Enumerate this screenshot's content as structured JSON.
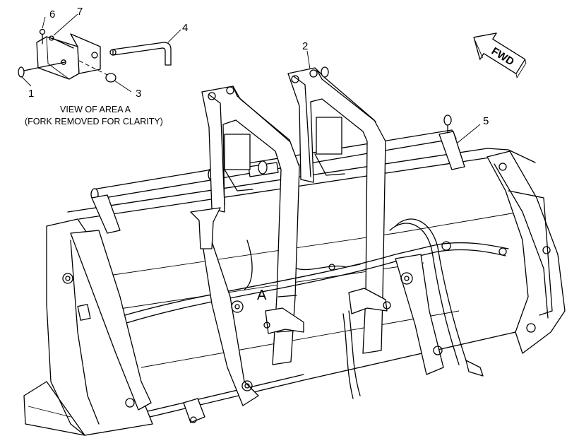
{
  "callouts": {
    "c1": "1",
    "c2": "2",
    "c3": "3",
    "c4": "4",
    "c5": "5",
    "c6": "6",
    "c7": "7"
  },
  "area_label": "A",
  "caption": {
    "line1": "VIEW OF AREA A",
    "line2": "(FORK REMOVED FOR CLARITY)"
  },
  "direction_arrow": {
    "label": "FWD"
  }
}
